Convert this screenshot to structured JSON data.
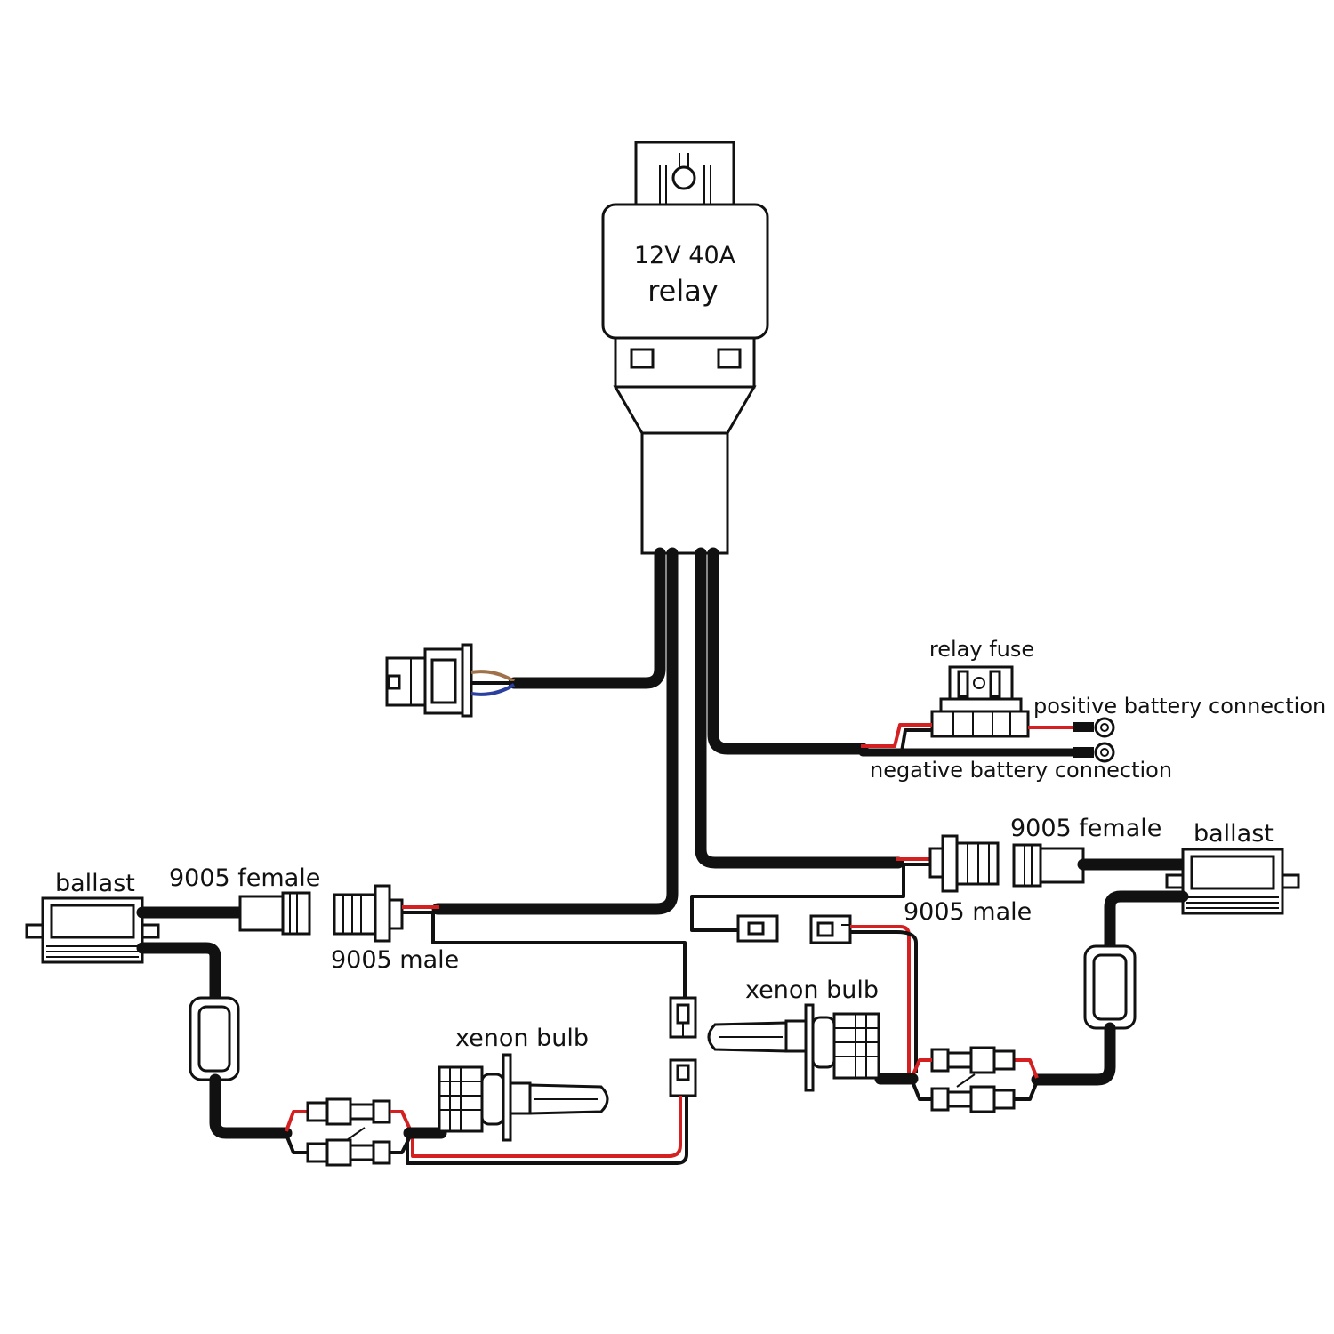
{
  "relay": {
    "line1": "12V 40A",
    "line2": "relay"
  },
  "labels": {
    "relay_fuse": "relay fuse",
    "positive_battery": "positive battery connection",
    "negative_battery": "negative battery connection",
    "left_ballast": "ballast",
    "left_9005_female": "9005 female",
    "left_9005_male": "9005 male",
    "right_ballast": "ballast",
    "right_9005_female": "9005 female",
    "right_9005_male": "9005 male",
    "left_xenon_bulb": "xenon bulb",
    "right_xenon_bulb": "xenon bulb"
  },
  "colors": {
    "wire_black": "#111111",
    "wire_red": "#d42020",
    "wire_brown": "#a0724a",
    "wire_blue": "#2b3f9e"
  }
}
